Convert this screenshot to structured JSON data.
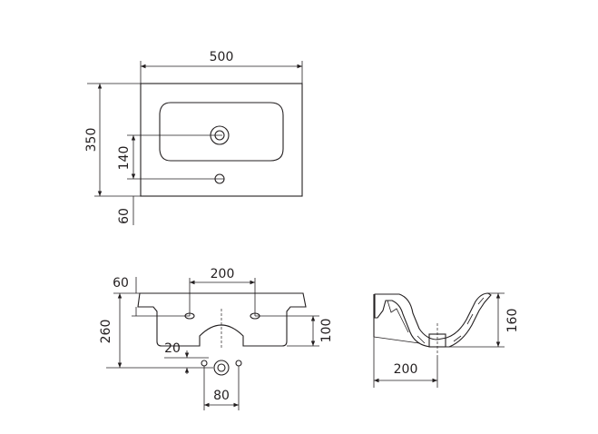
{
  "drawing": {
    "top_view": {
      "width": "500",
      "depth": "350",
      "tap_hole_offset": "140",
      "front_offset": "60"
    },
    "front_view": {
      "tap_spacing": "200",
      "top_offset": "60",
      "height": "260",
      "bowl_depth": "100",
      "waste_offset": "20",
      "bracket_spacing": "80"
    },
    "side_view": {
      "height": "160",
      "waste_distance": "200"
    }
  }
}
